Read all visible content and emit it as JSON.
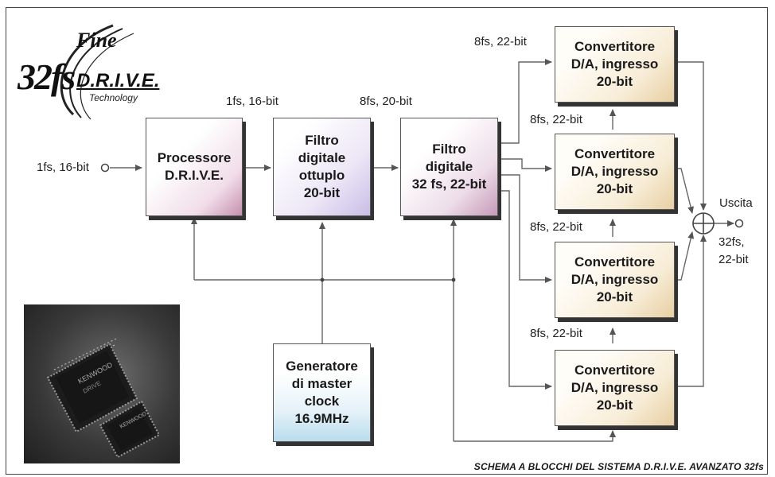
{
  "logo": {
    "number": "32fs",
    "fine": "Fine",
    "drive": "D.R.I.V.E.",
    "technology": "Technology"
  },
  "blocks": {
    "processor": "Processore\nD.R.I.V.E.",
    "filter1": "Filtro\ndigitale\nottuplo\n20-bit",
    "filter2": "Filtro\ndigitale\n32 fs, 22-bit",
    "converter": "Convertitore\nD/A, ingresso\n20-bit",
    "generator": "Generatore\ndi master\nclock\n16.9MHz"
  },
  "labels": {
    "input": "1fs, 16-bit",
    "proc_out": "1fs, 16-bit",
    "filter1_out": "8fs, 20-bit",
    "conv_in_1": "8fs, 22-bit",
    "conv_in_2": "8fs, 22-bit",
    "conv_in_3": "8fs, 22-bit",
    "conv_in_4": "8fs, 22-bit",
    "output": "Uscita",
    "output_fmt_1": "32fs,",
    "output_fmt_2": "22-bit"
  },
  "caption": "SCHEMA A BLOCCHI DEL SISTEMA D.R.I.V.E. AVANZATO 32fs"
}
